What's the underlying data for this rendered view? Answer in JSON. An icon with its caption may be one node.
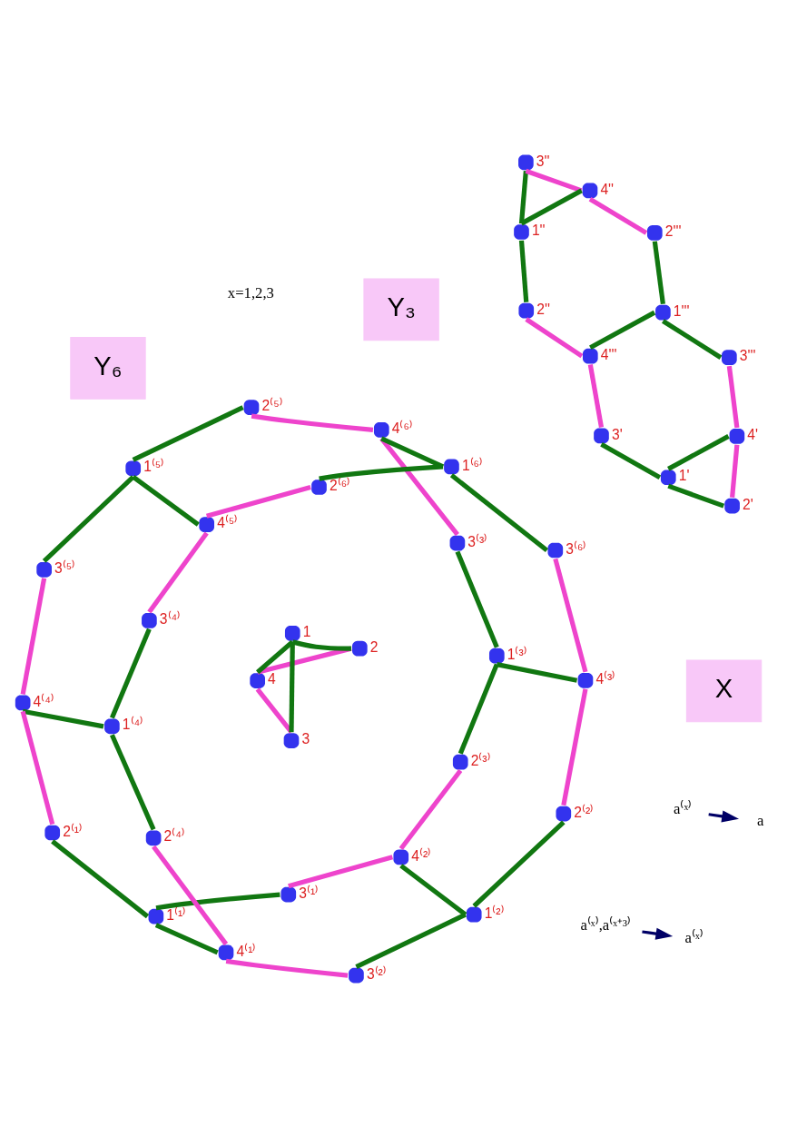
{
  "diagram": {
    "nodes": [
      {
        "text": [
          "Y₆"
        ]
      },
      {
        "text": [
          "a⁽ˣ⁾,a⁽ˣ⁺³⁾"
        ]
      },
      {
        "text": [
          "a⁽ˣ⁾"
        ]
      },
      {
        "text": [
          "Y₃"
        ]
      },
      {
        "text": [
          "a⁽ˣ⁾"
        ]
      },
      {
        "text": [
          "a"
        ]
      },
      {
        "text": [
          "X"
        ]
      },
      {
        "text": [],
        "shape": "circle",
        "beside": [
          "3⁽²⁾"
        ]
      },
      {
        "text": [],
        "shape": "circle",
        "beside": [
          "4⁽¹⁾"
        ]
      },
      {
        "text": [],
        "shape": "circle",
        "beside": [
          "1⁽²⁾"
        ]
      },
      {
        "text": [],
        "shape": "circle",
        "beside": [
          "4⁽²⁾"
        ]
      },
      {
        "text": [],
        "shape": "circle",
        "beside": [
          "1⁽¹⁾"
        ]
      },
      {
        "text": [],
        "shape": "circle",
        "beside": [
          "3⁽¹⁾"
        ]
      },
      {
        "text": [],
        "shape": "circle",
        "beside": [
          "2⁽⁴⁾"
        ]
      },
      {
        "text": [],
        "shape": "circle",
        "beside": [
          "2⁽²⁾"
        ]
      },
      {
        "text": [],
        "shape": "circle",
        "beside": [
          "2⁽¹⁾"
        ]
      },
      {
        "text": [],
        "shape": "circle",
        "beside": [
          "2⁽³⁾"
        ]
      },
      {
        "text": [],
        "shape": "circle",
        "beside": [
          "1⁽⁴⁾"
        ]
      },
      {
        "text": [],
        "shape": "circle",
        "beside": [
          "4⁽³⁾"
        ]
      },
      {
        "text": [],
        "shape": "circle",
        "beside": [
          "4⁽⁴⁾"
        ]
      },
      {
        "text": [],
        "shape": "circle",
        "beside": [
          "1⁽³⁾"
        ]
      },
      {
        "text": [],
        "shape": "circle",
        "beside": [
          "3⁽⁵⁾"
        ]
      },
      {
        "text": [],
        "shape": "circle",
        "beside": [
          "3⁽³⁾"
        ]
      },
      {
        "text": [],
        "shape": "circle",
        "beside": [
          "3⁽⁴⁾"
        ]
      },
      {
        "text": [],
        "shape": "circle",
        "beside": [
          "1⁽⁵⁾"
        ]
      },
      {
        "text": [],
        "shape": "circle",
        "beside": [
          "2⁽⁵⁾"
        ]
      },
      {
        "text": [],
        "shape": "circle",
        "beside": [
          "4⁽⁶⁾"
        ]
      },
      {
        "text": [],
        "shape": "circle",
        "beside": [
          "3⁽⁶⁾"
        ]
      },
      {
        "text": [],
        "shape": "circle",
        "beside": [
          "4⁽⁵⁾"
        ]
      },
      {
        "text": [],
        "shape": "circle",
        "beside": [
          "2⁽⁶⁾"
        ]
      },
      {
        "text": [],
        "shape": "circle",
        "beside": [
          "1⁽⁶⁾"
        ]
      },
      {
        "text": [],
        "shape": "circle",
        "beside": [
          "3''"
        ]
      },
      {
        "text": [],
        "shape": "circle",
        "beside": [
          "4''"
        ]
      },
      {
        "text": [],
        "shape": "circle",
        "beside": [
          "1''"
        ]
      },
      {
        "text": [],
        "shape": "circle",
        "beside": [
          "2'''"
        ]
      },
      {
        "text": [],
        "shape": "circle",
        "beside": [
          "2''"
        ]
      },
      {
        "text": [],
        "shape": "circle",
        "beside": [
          "1'''"
        ]
      },
      {
        "text": [],
        "shape": "circle",
        "beside": [
          "4'''"
        ]
      },
      {
        "text": [],
        "shape": "circle",
        "beside": [
          "3'''"
        ]
      },
      {
        "text": [],
        "shape": "circle",
        "beside": [
          "3'"
        ]
      },
      {
        "text": [],
        "shape": "circle",
        "beside": [
          "4'"
        ]
      },
      {
        "text": [],
        "shape": "circle",
        "beside": [
          "1'"
        ]
      },
      {
        "text": [],
        "shape": "circle",
        "beside": [
          "2'"
        ]
      },
      {
        "text": [],
        "shape": "circle",
        "beside": [
          "4"
        ]
      },
      {
        "text": [],
        "shape": "circle",
        "beside": [
          "2"
        ]
      },
      {
        "text": [],
        "shape": "circle",
        "beside": [
          "3"
        ]
      },
      {
        "text": [],
        "shape": "circle",
        "beside": [
          "1"
        ]
      }
    ],
    "edges": [
      {
        "from": 1,
        "to": 2,
        "arrow": "to",
        "color": "#000066"
      },
      {
        "from": 4,
        "to": 5,
        "arrow": "to",
        "color": "#000066"
      },
      {
        "from": 8,
        "to": 7,
        "arrow": "none",
        "color": "#ee44cc"
      },
      {
        "from": 7,
        "to": 9,
        "arrow": "none"
      },
      {
        "from": 9,
        "to": 14,
        "arrow": "none"
      },
      {
        "from": 14,
        "to": 18,
        "arrow": "none",
        "color": "#ee44cc"
      },
      {
        "from": 18,
        "to": 27,
        "arrow": "none",
        "color": "#ee44cc"
      },
      {
        "from": 27,
        "to": 30,
        "arrow": "none"
      },
      {
        "from": 30,
        "to": 29,
        "arrow": "none"
      },
      {
        "from": 29,
        "to": 28,
        "arrow": "none",
        "color": "#ee44cc"
      },
      {
        "from": 28,
        "to": 23,
        "arrow": "none",
        "color": "#ee44cc"
      },
      {
        "from": 23,
        "to": 17,
        "arrow": "none"
      },
      {
        "from": 17,
        "to": 13,
        "arrow": "none"
      },
      {
        "from": 13,
        "to": 8,
        "arrow": "none",
        "color": "#ee44cc"
      },
      {
        "from": 11,
        "to": 12,
        "arrow": "none"
      },
      {
        "from": 12,
        "to": 10,
        "arrow": "none",
        "color": "#ee44cc"
      },
      {
        "from": 10,
        "to": 16,
        "arrow": "none",
        "color": "#ee44cc"
      },
      {
        "from": 16,
        "to": 20,
        "arrow": "none"
      },
      {
        "from": 20,
        "to": 22,
        "arrow": "none"
      },
      {
        "from": 22,
        "to": 26,
        "arrow": "none",
        "color": "#ee44cc"
      },
      {
        "from": 26,
        "to": 25,
        "arrow": "none",
        "color": "#ee44cc"
      },
      {
        "from": 25,
        "to": 24,
        "arrow": "none"
      },
      {
        "from": 24,
        "to": 21,
        "arrow": "none"
      },
      {
        "from": 21,
        "to": 19,
        "arrow": "none",
        "color": "#ee44cc"
      },
      {
        "from": 19,
        "to": 15,
        "arrow": "none",
        "color": "#ee44cc"
      },
      {
        "from": 15,
        "to": 11,
        "arrow": "none"
      },
      {
        "from": 8,
        "to": 11,
        "arrow": "none"
      },
      {
        "from": 9,
        "to": 10,
        "arrow": "none"
      },
      {
        "from": 18,
        "to": 20,
        "arrow": "none"
      },
      {
        "from": 30,
        "to": 26,
        "arrow": "none"
      },
      {
        "from": 28,
        "to": 24,
        "arrow": "none"
      },
      {
        "from": 17,
        "to": 19,
        "arrow": "none"
      },
      {
        "from": 32,
        "to": 31,
        "arrow": "none",
        "color": "#ee44cc"
      },
      {
        "from": 31,
        "to": 33,
        "arrow": "none"
      },
      {
        "from": 32,
        "to": 33,
        "arrow": "none"
      },
      {
        "from": 32,
        "to": 34,
        "arrow": "none",
        "color": "#ee44cc"
      },
      {
        "from": 34,
        "to": 36,
        "arrow": "none"
      },
      {
        "from": 33,
        "to": 35,
        "arrow": "none"
      },
      {
        "from": 35,
        "to": 37,
        "arrow": "none",
        "color": "#ee44cc"
      },
      {
        "from": 36,
        "to": 37,
        "arrow": "none"
      },
      {
        "from": 36,
        "to": 38,
        "arrow": "none"
      },
      {
        "from": 38,
        "to": 40,
        "arrow": "none",
        "color": "#ee44cc"
      },
      {
        "from": 37,
        "to": 39,
        "arrow": "none",
        "color": "#ee44cc"
      },
      {
        "from": 39,
        "to": 41,
        "arrow": "none"
      },
      {
        "from": 40,
        "to": 41,
        "arrow": "none"
      },
      {
        "from": 40,
        "to": 42,
        "arrow": "none",
        "color": "#ee44cc"
      },
      {
        "from": 42,
        "to": 41,
        "arrow": "none"
      },
      {
        "from": 43,
        "to": 44,
        "arrow": "none",
        "color": "#ee44cc"
      },
      {
        "from": 43,
        "to": 45,
        "arrow": "none",
        "color": "#ee44cc"
      },
      {
        "from": 43,
        "to": 46,
        "arrow": "none"
      },
      {
        "from": 44,
        "to": 46,
        "arrow": "none"
      },
      {
        "from": 45,
        "to": 46,
        "arrow": "none"
      }
    ],
    "labels": [
      "x=1,2,3"
    ]
  }
}
